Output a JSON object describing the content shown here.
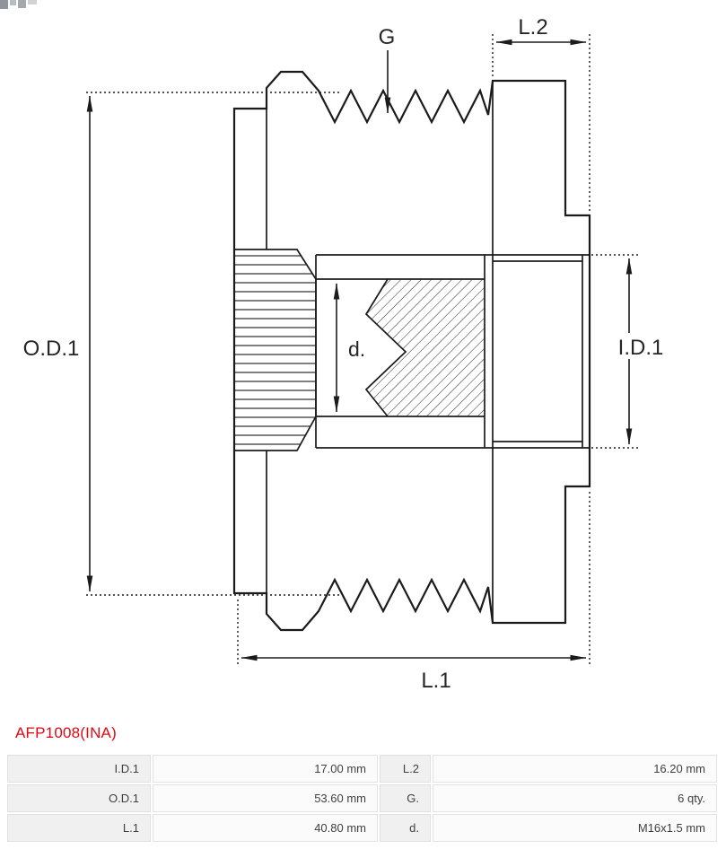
{
  "product": {
    "code": "AFP1008(INA)",
    "accent_color": "#e30613"
  },
  "diagram": {
    "line_color": "#1b1b1b",
    "labels": {
      "od1": "O.D.1",
      "id1": "I.D.1",
      "l1": "L.1",
      "l2": "L.2",
      "g": "G",
      "d": "d."
    }
  },
  "specs": {
    "rows": [
      {
        "label1": "I.D.1",
        "value1": "17.00 mm",
        "label2": "L.2",
        "value2": "16.20 mm"
      },
      {
        "label1": "O.D.1",
        "value1": "53.60 mm",
        "label2": "G.",
        "value2": "6 qty."
      },
      {
        "label1": "L.1",
        "value1": "40.80 mm",
        "label2": "d.",
        "value2": "M16x1.5 mm"
      }
    ]
  }
}
